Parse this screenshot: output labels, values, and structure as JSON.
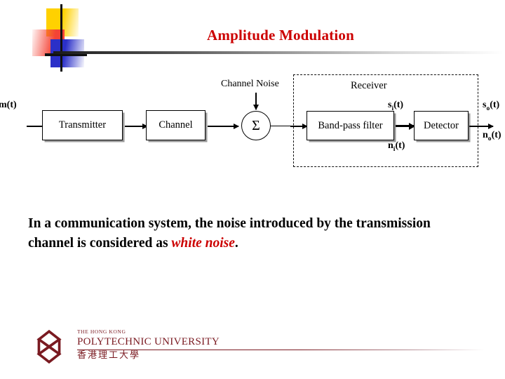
{
  "slide": {
    "title": "Amplitude Modulation",
    "title_color": "#cc0000"
  },
  "decoration": {
    "square_yellow_color": "#ffd100",
    "square_red_color": "#f44336",
    "square_blue_color": "#2b30c8",
    "rule_color": "#1a1a1a"
  },
  "diagram": {
    "input_label": "m(t)",
    "noise_label": "Channel Noise",
    "blocks": {
      "transmitter": "Transmitter",
      "channel": "Channel",
      "summer": "Σ",
      "bandpass": "Band-pass filter",
      "detector": "Detector"
    },
    "receiver_title": "Receiver",
    "signals": {
      "si_base": "s",
      "si_sub": "i",
      "si_tail": "(t)",
      "ni_base": "n",
      "ni_sub": "i",
      "ni_tail": "(t)",
      "so_base": "s",
      "so_sub": "o",
      "so_tail": "(t)",
      "no_base": "n",
      "no_sub": "o",
      "no_tail": "(t)"
    }
  },
  "body": {
    "line_part1": "In a communication system, the noise introduced by the transmission channel is considered as ",
    "highlight": "white noise",
    "line_part2": "."
  },
  "footer": {
    "uni_line1": "THE HONG KONG",
    "uni_line2": "POLYTECHNIC UNIVERSITY",
    "uni_chinese": "香港理工大學",
    "brand_color": "#7a1a21"
  }
}
